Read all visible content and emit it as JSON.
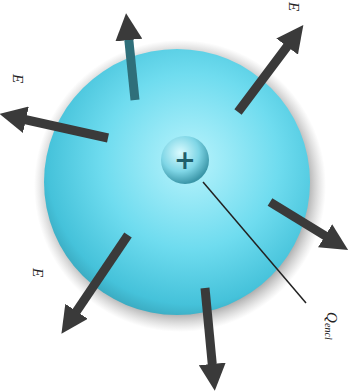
{
  "diagram": {
    "nodes": [
      {
        "text": [
          "+"
        ]
      }
    ],
    "labels": [
      "E⃗",
      "E⃗",
      "E⃗",
      "Q",
      "encl"
    ]
  }
}
